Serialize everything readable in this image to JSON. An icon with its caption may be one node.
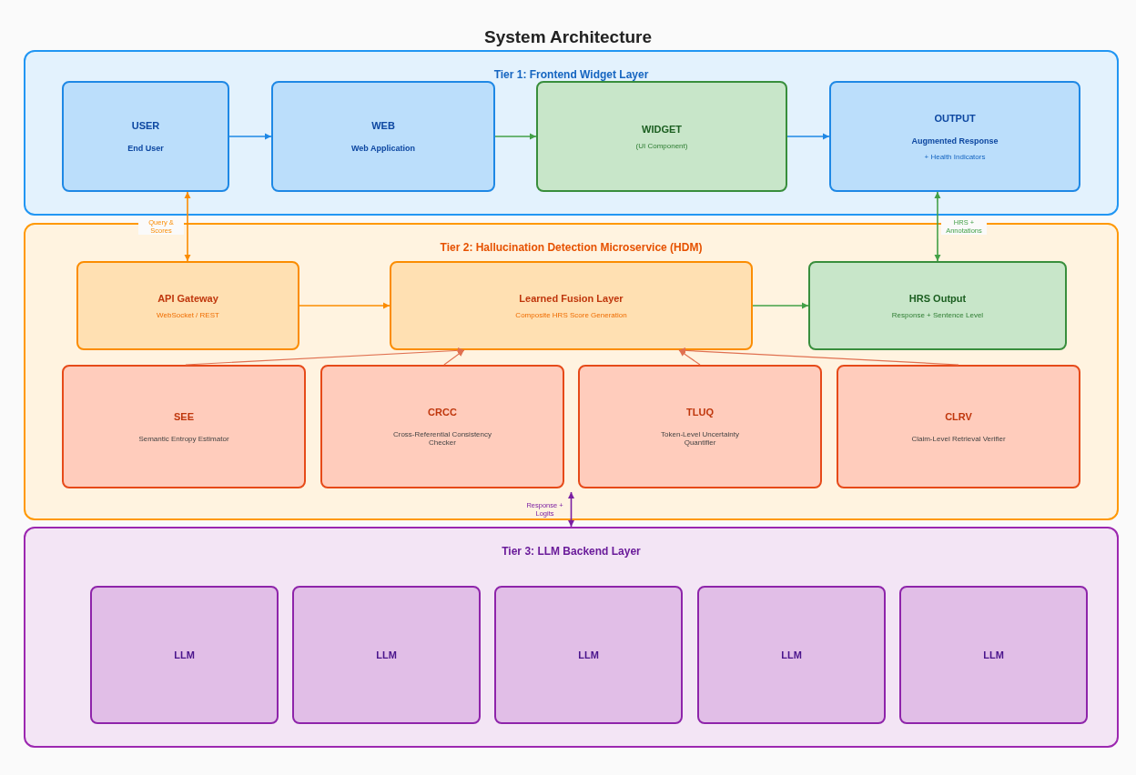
{
  "diagram": {
    "title": "System Architecture",
    "nodes": [
      {
        "text": [
          "Tier 1: Frontend Widget Layer"
        ]
      },
      {
        "text": [
          "USER",
          "End User"
        ],
        "in": 0
      },
      {
        "text": [
          "WEB",
          "Web Application"
        ],
        "in": 0
      },
      {
        "text": [
          "WIDGET",
          "(UI Component)"
        ],
        "in": 0
      },
      {
        "text": [
          "OUTPUT",
          "Augmented Response",
          "+ Health Indicators"
        ],
        "in": 0
      },
      {
        "text": [
          "Tier 2: Hallucination Detection Microservice (HDM)"
        ]
      },
      {
        "text": [
          "API Gateway",
          "WebSocket / REST"
        ],
        "in": 5
      },
      {
        "text": [
          "Learned Fusion Layer",
          "Composite HRS Score Generation"
        ],
        "in": 5
      },
      {
        "text": [
          "HRS Output",
          "Response + Sentence Level"
        ],
        "in": 5
      },
      {
        "text": [
          "SEE",
          "Semantic Entropy Estimator"
        ],
        "in": 5
      },
      {
        "text": [
          "CRCC",
          "Cross-Referential Consistency Checker"
        ],
        "in": 5
      },
      {
        "text": [
          "TLUQ",
          "Token-Level Uncertainty Quantifier"
        ],
        "in": 5
      },
      {
        "text": [
          "CLRV",
          "Claim-Level Retrieval Verifier"
        ],
        "in": 5
      },
      {
        "text": [
          "Tier 3: LLM Backend Layer"
        ]
      },
      {
        "text": [
          "LLM"
        ],
        "in": 13
      },
      {
        "text": [
          "LLM"
        ],
        "in": 13
      },
      {
        "text": [
          "LLM"
        ],
        "in": 13
      },
      {
        "text": [
          "LLM"
        ],
        "in": 13
      },
      {
        "text": [
          "LLM"
        ],
        "in": 13
      }
    ],
    "edges": [
      {
        "from": 1,
        "to": 2,
        "arrow": "to",
        "color": "#1e88e5"
      },
      {
        "from": 2,
        "to": 3,
        "arrow": "to",
        "color": "#43a047"
      },
      {
        "from": 3,
        "to": 4,
        "arrow": "to",
        "color": "#1e88e5"
      },
      {
        "from": 1,
        "to": 6,
        "arrow": "both",
        "label": "Query & Scores",
        "color": "#fb8c00"
      },
      {
        "from": 4,
        "to": 8,
        "arrow": "both",
        "label": "HRS + Annotations",
        "color": "#43a047"
      },
      {
        "from": 6,
        "to": 7,
        "arrow": "to",
        "color": "#fb8c00"
      },
      {
        "from": 7,
        "to": 8,
        "arrow": "to",
        "color": "#43a047"
      },
      {
        "from": 9,
        "to": 7,
        "arrow": "to"
      },
      {
        "from": 10,
        "to": 7,
        "arrow": "to"
      },
      {
        "from": 11,
        "to": 7,
        "arrow": "to"
      },
      {
        "from": 12,
        "to": 7,
        "arrow": "to"
      },
      {
        "from": 5,
        "to": 13,
        "arrow": "both",
        "label": "Response + Logits",
        "color": "#7b1fa2"
      }
    ]
  }
}
